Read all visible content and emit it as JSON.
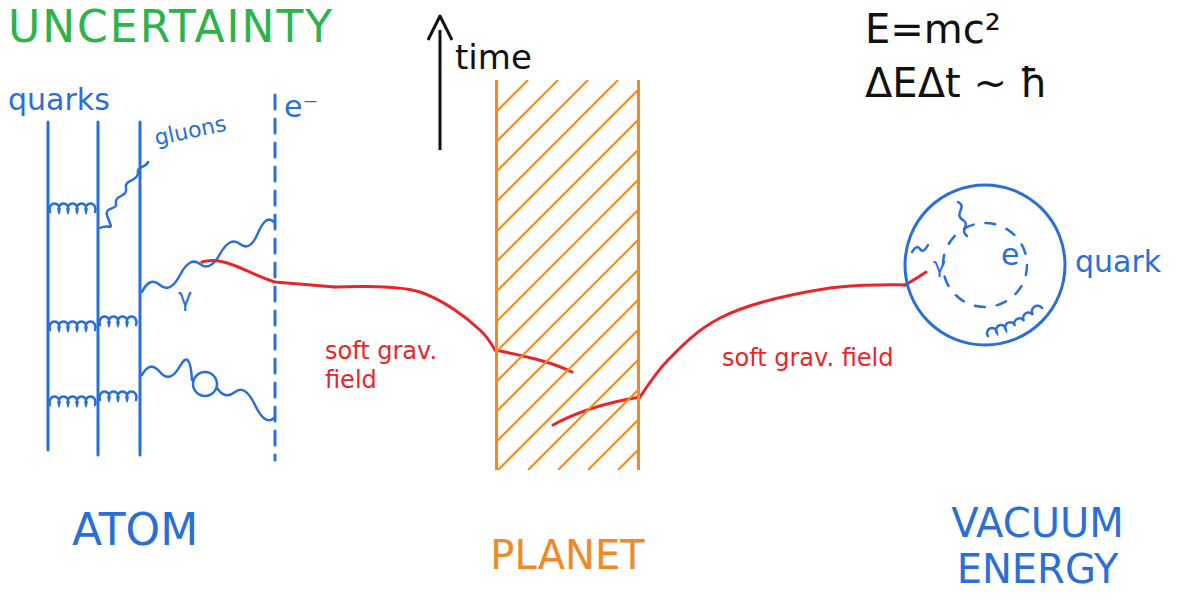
{
  "diagram": {
    "title": "UNCERTAINTY",
    "nodes": [
      {
        "text": [
          "quarks",
          "gluons",
          "e⁻",
          "γ",
          "ATOM"
        ]
      },
      {
        "text": [
          "PLANET"
        ]
      },
      {
        "text": [
          "γ",
          "e",
          "quark"
        ]
      }
    ],
    "edges": [
      {
        "from": 0,
        "to": 1,
        "arrow": "none",
        "label": "soft grav. field"
      },
      {
        "from": 1,
        "to": 2,
        "arrow": "none",
        "label": "soft grav. field"
      }
    ],
    "labels": [
      "time",
      "E=mc²",
      "ΔEΔt ~ ħ",
      "VACUUM ENERGY"
    ]
  }
}
